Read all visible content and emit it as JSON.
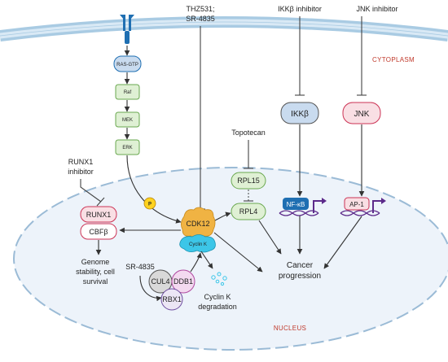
{
  "compartments": {
    "cytoplasm": "CYTOPLASM",
    "nucleus": "NUCLEUS"
  },
  "inhibitors": {
    "thz": [
      "THZ531;",
      "SR-4835"
    ],
    "ikkb_inhibitor": "IKKβ inhibitor",
    "jnk_inhibitor": "JNK inhibitor",
    "topotecan": "Topotecan",
    "runx1_inhibitor": [
      "RUNX1",
      "inhibitor"
    ],
    "sr4835": "SR-4835"
  },
  "pathway": {
    "ras": "RAS-GTP",
    "raf": "Raf",
    "mek": "MEK",
    "erk": "ERK",
    "phospho": "P"
  },
  "nodes": {
    "ikkb": "IKKβ",
    "jnk": "JNK",
    "rpl15": "RPL15",
    "rpl4": "RPL4",
    "runx1": "RUNX1",
    "cbfb": "CBFβ",
    "cdk12": "CDK12",
    "cyclin_k": "Cyclin K",
    "nfkb": "NF-κB",
    "ap1": "AP-1",
    "cul4": "CUL4",
    "ddb1": "DDB1",
    "rbx1": "RBX1"
  },
  "outcomes": {
    "genome": [
      "Genome",
      "stability, cell",
      "survival"
    ],
    "cancer": [
      "Cancer",
      "progression"
    ],
    "cyclin_deg": [
      "Cyclin K",
      "degradation"
    ]
  },
  "colors": {
    "membrane": "#a9cbe3",
    "nucleus_fill": "#edf3fa",
    "nucleus_stroke": "#9bbbd6",
    "green_fill": "#dff0d4",
    "green_stroke": "#6aa84f",
    "blue_fill": "#c9dbef",
    "cdk12": "#f0b343",
    "cyclin_k": "#3cc6e8",
    "runx_fill": "#f9dfe4",
    "runx_stroke": "#cc3355",
    "phospho": "#ffd21f"
  }
}
